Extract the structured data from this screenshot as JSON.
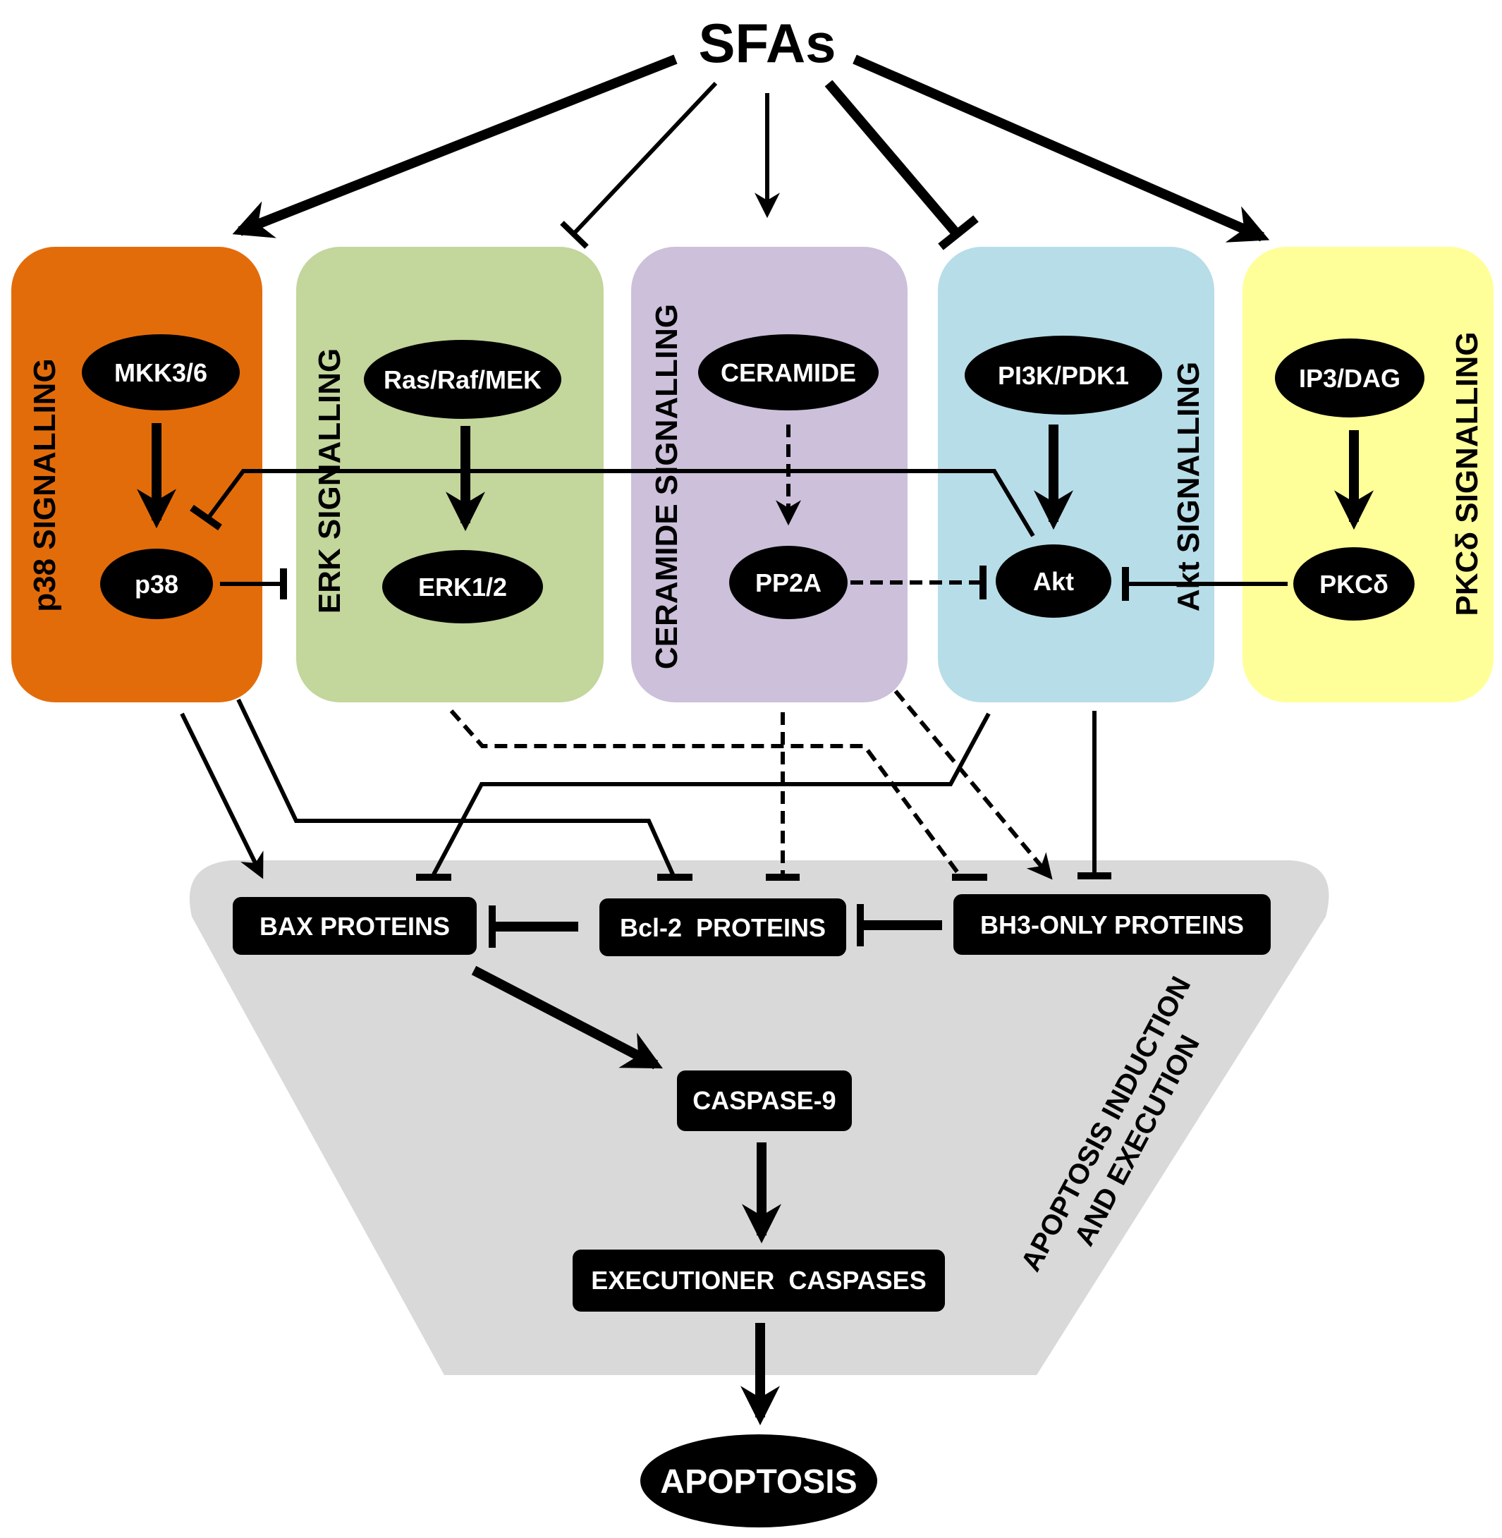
{
  "title": "SFAs",
  "panels": {
    "p38": {
      "label": "p38 SIGNALLING",
      "color": "#e36c0a"
    },
    "erk": {
      "label": "ERK SIGNALLING",
      "color": "#c3d69b"
    },
    "ceramide": {
      "label": "CERAMIDE SIGNALLING",
      "color": "#ccc0da"
    },
    "akt": {
      "label": "Akt SIGNALLING",
      "color": "#b7dde8"
    },
    "pkcd": {
      "label": "PKCδ SIGNALLING",
      "color": "#ffff99"
    }
  },
  "nodes": {
    "mkk": "MKK3/6",
    "p38": "p38",
    "ras": "Ras/Raf/MEK",
    "erk": "ERK1/2",
    "ceramide": "CERAMIDE",
    "pp2a": "PP2A",
    "pi3k": "PI3K/PDK1",
    "akt": "Akt",
    "ip3": "IP3/DAG",
    "pkcd": "PKCδ"
  },
  "apoptosis_region": {
    "label_line1": "APOPTOSIS INDUCTION",
    "label_line2": "AND EXECUTION",
    "color": "#d9d9d9"
  },
  "boxes": {
    "bax": "BAX PROTEINS",
    "bcl2": "Bcl-2  PROTEINS",
    "bh3": "BH3-ONLY PROTEINS",
    "casp9": "CASPASE-9",
    "exec": "EXECUTIONER  CASPASES"
  },
  "outcome": "APOPTOSIS"
}
